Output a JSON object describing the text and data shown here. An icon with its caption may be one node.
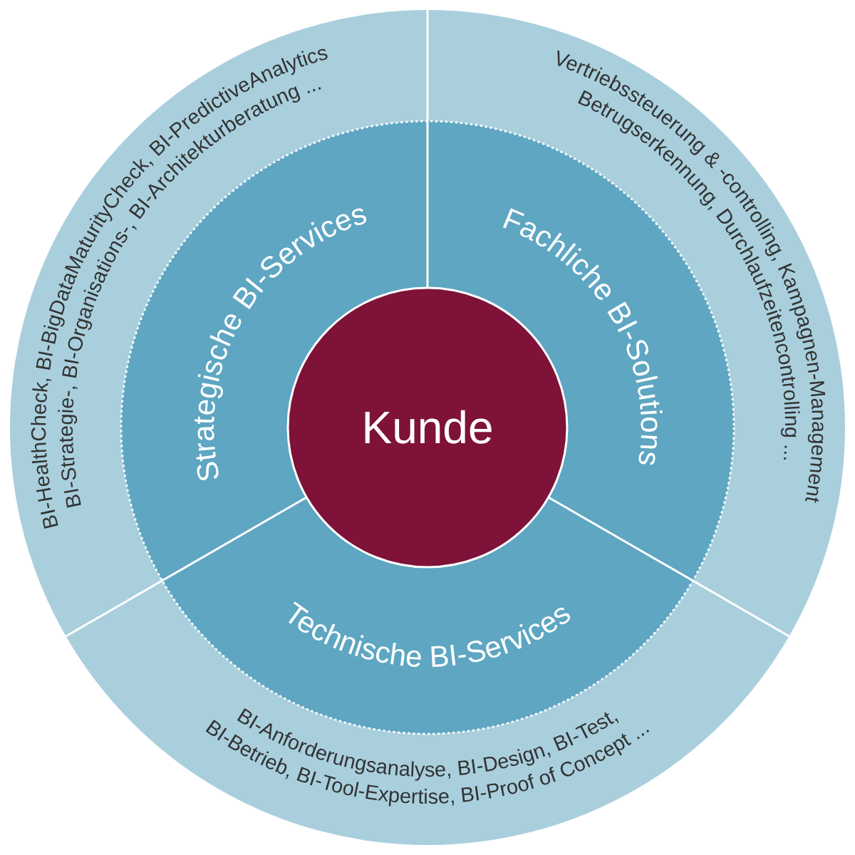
{
  "diagram": {
    "nodes": [
      {
        "text": [
          "BI-HealthCheck, BI-BigDataMaturityCheck, BI-PredictiveAnalytics BI-Strategie-, BI-Organisations-, BI-Architekturberatung ..."
        ]
      },
      {
        "text": [
          "Vertriebssteuerung & -controlling, Kampagnen-Management Betrugserkennung, Durchlaufzeitencontrolling ..."
        ]
      },
      {
        "text": [
          "Strategische BI-Services"
        ]
      },
      {
        "text": [
          "Fachliche BI-Solutions"
        ]
      },
      {
        "text": [
          "Kunde"
        ]
      },
      {
        "text": [
          "Technische BI-Services"
        ]
      },
      {
        "text": [
          "BI-Anforderungsanalyse, BI-Design, BI-Test, BI-Betrieb, BI-Tool-Expertise, BI-Proof of Concept ..."
        ]
      }
    ]
  }
}
